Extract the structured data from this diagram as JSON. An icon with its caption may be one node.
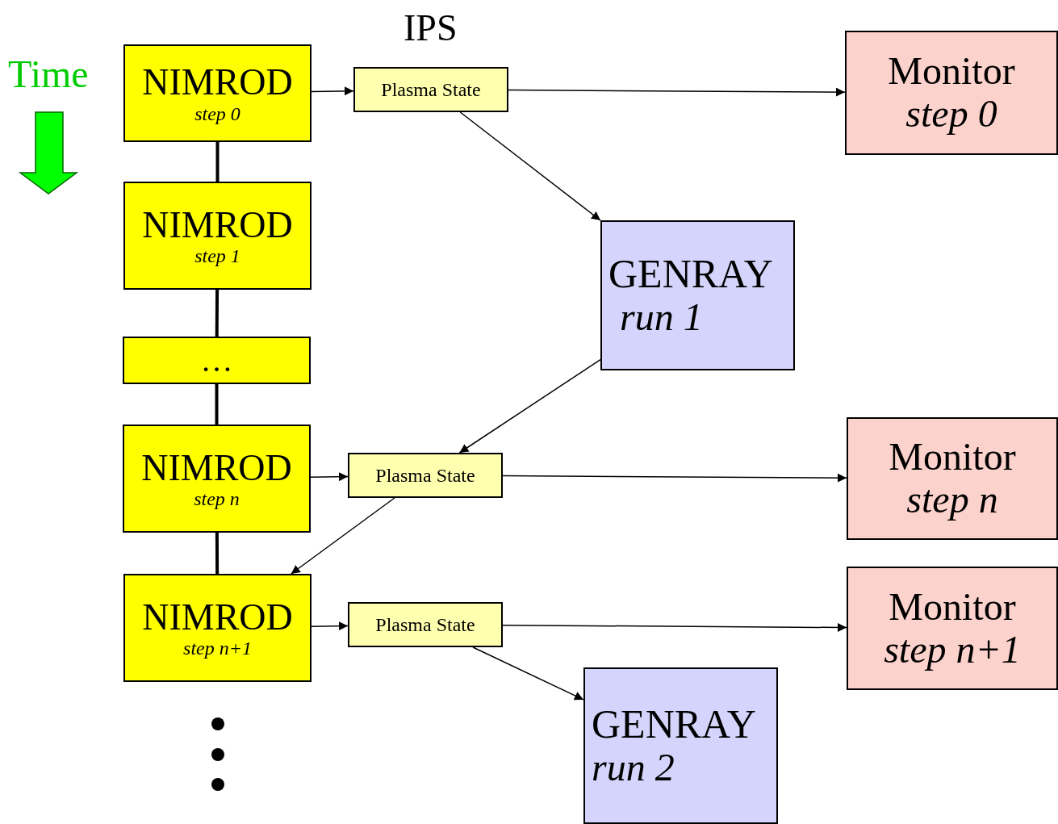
{
  "diagram": {
    "title": "IPS",
    "nodes": [
      {
        "text": [
          "NIMROD",
          "step 0"
        ]
      },
      {
        "text": [
          "NIMROD",
          "step 1"
        ]
      },
      {
        "text": [
          "…"
        ]
      },
      {
        "text": [
          "NIMROD",
          "step n"
        ]
      },
      {
        "text": [
          "NIMROD",
          "step n+1"
        ]
      },
      {
        "text": [
          "Plasma State"
        ]
      },
      {
        "text": [
          "Monitor",
          "step 0"
        ]
      },
      {
        "text": [
          "GENRAY",
          "run 1"
        ]
      },
      {
        "text": [
          "Plasma State"
        ]
      },
      {
        "text": [
          "Monitor",
          "step n"
        ]
      },
      {
        "text": [
          "Plasma State"
        ]
      },
      {
        "text": [
          "Monitor",
          "step n+1"
        ]
      },
      {
        "text": [
          "GENRAY",
          "run 2"
        ]
      }
    ],
    "edges": [
      {
        "from": 0,
        "to": 1,
        "arrow": "none",
        "style": "thick"
      },
      {
        "from": 1,
        "to": 2,
        "arrow": "none",
        "style": "thick"
      },
      {
        "from": 2,
        "to": 3,
        "arrow": "none",
        "style": "thick"
      },
      {
        "from": 3,
        "to": 4,
        "arrow": "none",
        "style": "thick"
      },
      {
        "from": 0,
        "to": 5,
        "arrow": "to"
      },
      {
        "from": 5,
        "to": 6,
        "arrow": "to"
      },
      {
        "from": 5,
        "to": 7,
        "arrow": "to"
      },
      {
        "from": 7,
        "to": 8,
        "arrow": "to"
      },
      {
        "from": 3,
        "to": 8,
        "arrow": "to"
      },
      {
        "from": 8,
        "to": 9,
        "arrow": "to"
      },
      {
        "from": 8,
        "to": 4,
        "arrow": "to"
      },
      {
        "from": 4,
        "to": 10,
        "arrow": "to"
      },
      {
        "from": 10,
        "to": 11,
        "arrow": "to"
      },
      {
        "from": 10,
        "to": 12,
        "arrow": "to"
      }
    ],
    "labels": [
      "Time"
    ]
  }
}
